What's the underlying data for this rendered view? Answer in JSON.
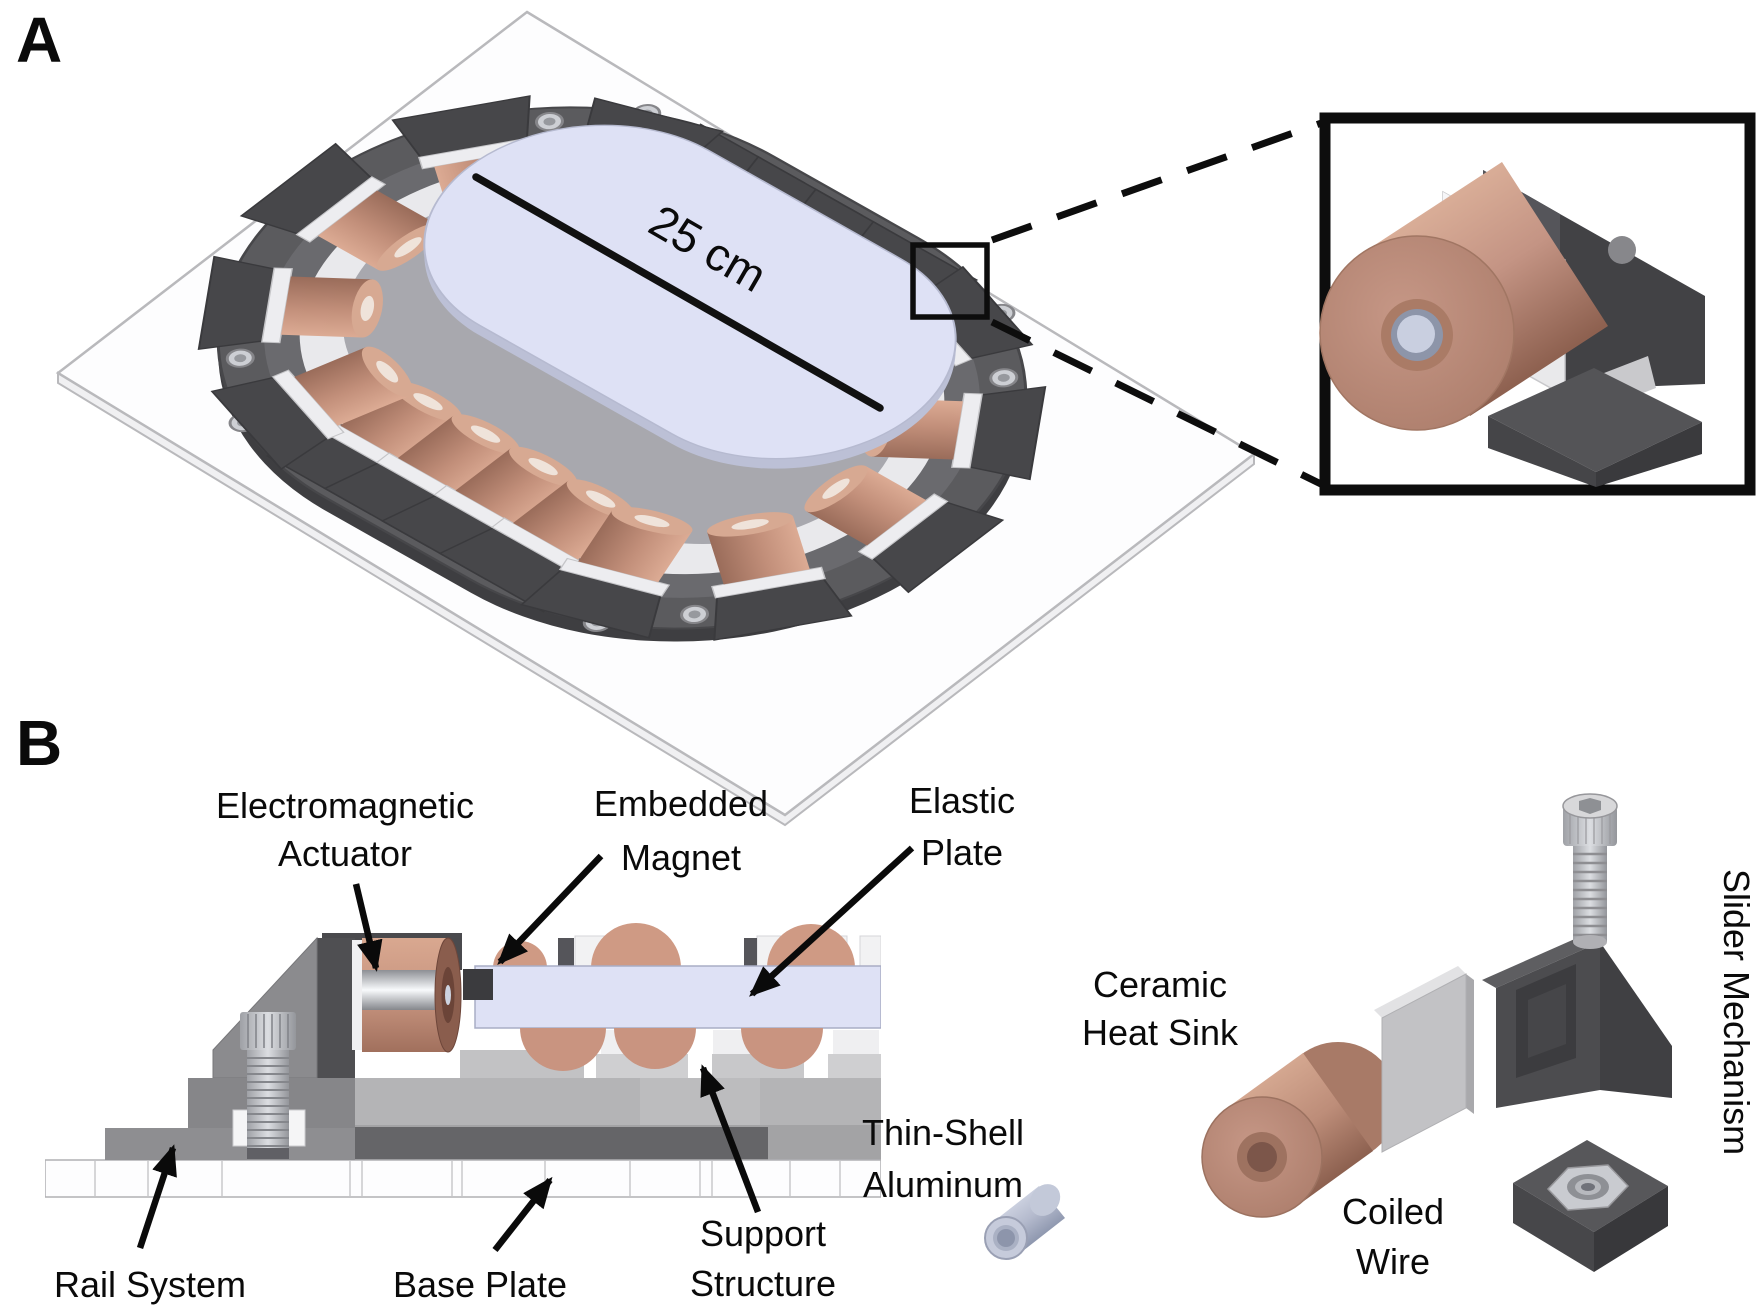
{
  "figure": {
    "panel_a": {
      "letter": "A",
      "dimension_label": "25 cm"
    },
    "panel_b": {
      "letter": "B",
      "labels": {
        "electromagnetic_actuator": [
          "Electromagnetic",
          "Actuator"
        ],
        "embedded_magnet": [
          "Embedded",
          "Magnet"
        ],
        "elastic_plate": [
          "Elastic",
          "Plate"
        ],
        "rail_system": "Rail System",
        "base_plate": "Base Plate",
        "support_structure": [
          "Support",
          "Structure"
        ],
        "thin_shell_aluminum": [
          "Thin-Shell",
          "Aluminum"
        ],
        "ceramic_heat_sink": [
          "Ceramic",
          "Heat Sink"
        ],
        "coiled_wire": [
          "Coiled",
          "Wire"
        ],
        "slider_mechanism": "Slider Mechanism"
      }
    },
    "colors": {
      "copper": "#c28f7a",
      "copper_light": "#dcab94",
      "copper_dark": "#96685741",
      "plate_lavender": "#dee1f5",
      "dark_gray": "#4a4a4d",
      "mid_gray": "#8a8a8d",
      "light_gray": "#c9c9cc",
      "silver": "#c7c9ce",
      "ink": "#0a0a0a",
      "background": "#ffffff"
    }
  }
}
